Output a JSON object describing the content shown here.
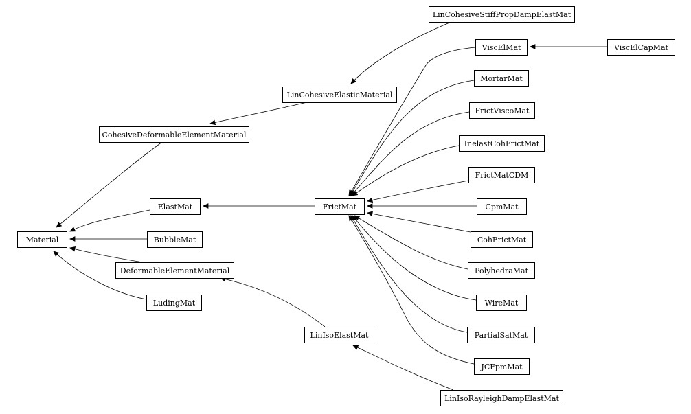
{
  "diagram": {
    "type": "inheritance-graph",
    "nodes": [
      {
        "id": "Material",
        "label": "Material"
      },
      {
        "id": "CohesiveDeformableElementMaterial",
        "label": "CohesiveDeformableElementMaterial"
      },
      {
        "id": "LinCohesiveElasticMaterial",
        "label": "LinCohesiveElasticMaterial"
      },
      {
        "id": "LinCohesiveStiffPropDampElastMat",
        "label": "LinCohesiveStiffPropDampElastMat"
      },
      {
        "id": "ElastMat",
        "label": "ElastMat"
      },
      {
        "id": "BubbleMat",
        "label": "BubbleMat"
      },
      {
        "id": "DeformableElementMaterial",
        "label": "DeformableElementMaterial"
      },
      {
        "id": "LudingMat",
        "label": "LudingMat"
      },
      {
        "id": "FrictMat",
        "label": "FrictMat"
      },
      {
        "id": "LinIsoElastMat",
        "label": "LinIsoElastMat"
      },
      {
        "id": "LinIsoRayleighDampElastMat",
        "label": "LinIsoRayleighDampElastMat"
      },
      {
        "id": "ViscElMat",
        "label": "ViscElMat"
      },
      {
        "id": "ViscElCapMat",
        "label": "ViscElCapMat"
      },
      {
        "id": "MortarMat",
        "label": "MortarMat"
      },
      {
        "id": "FrictViscoMat",
        "label": "FrictViscoMat"
      },
      {
        "id": "InelastCohFrictMat",
        "label": "InelastCohFrictMat"
      },
      {
        "id": "FrictMatCDM",
        "label": "FrictMatCDM"
      },
      {
        "id": "CpmMat",
        "label": "CpmMat"
      },
      {
        "id": "CohFrictMat",
        "label": "CohFrictMat"
      },
      {
        "id": "PolyhedraMat",
        "label": "PolyhedraMat"
      },
      {
        "id": "WireMat",
        "label": "WireMat"
      },
      {
        "id": "PartialSatMat",
        "label": "PartialSatMat"
      },
      {
        "id": "JCFpmMat",
        "label": "JCFpmMat"
      }
    ],
    "edges": [
      {
        "child": "CohesiveDeformableElementMaterial",
        "parent": "Material"
      },
      {
        "child": "ElastMat",
        "parent": "Material"
      },
      {
        "child": "BubbleMat",
        "parent": "Material"
      },
      {
        "child": "DeformableElementMaterial",
        "parent": "Material"
      },
      {
        "child": "LudingMat",
        "parent": "Material"
      },
      {
        "child": "LinCohesiveElasticMaterial",
        "parent": "CohesiveDeformableElementMaterial"
      },
      {
        "child": "LinCohesiveStiffPropDampElastMat",
        "parent": "LinCohesiveElasticMaterial"
      },
      {
        "child": "FrictMat",
        "parent": "ElastMat"
      },
      {
        "child": "LinIsoElastMat",
        "parent": "DeformableElementMaterial"
      },
      {
        "child": "LinIsoRayleighDampElastMat",
        "parent": "LinIsoElastMat"
      },
      {
        "child": "ViscElMat",
        "parent": "FrictMat"
      },
      {
        "child": "MortarMat",
        "parent": "FrictMat"
      },
      {
        "child": "FrictViscoMat",
        "parent": "FrictMat"
      },
      {
        "child": "InelastCohFrictMat",
        "parent": "FrictMat"
      },
      {
        "child": "FrictMatCDM",
        "parent": "FrictMat"
      },
      {
        "child": "CpmMat",
        "parent": "FrictMat"
      },
      {
        "child": "CohFrictMat",
        "parent": "FrictMat"
      },
      {
        "child": "PolyhedraMat",
        "parent": "FrictMat"
      },
      {
        "child": "WireMat",
        "parent": "FrictMat"
      },
      {
        "child": "PartialSatMat",
        "parent": "FrictMat"
      },
      {
        "child": "JCFpmMat",
        "parent": "FrictMat"
      },
      {
        "child": "ViscElCapMat",
        "parent": "ViscElMat"
      }
    ]
  }
}
